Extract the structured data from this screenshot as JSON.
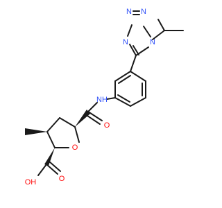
{
  "molecule": {
    "atom_labels": {
      "n_tetrazole_top1": "N",
      "n_tetrazole_top2": "N",
      "n_tetrazole_left": "N",
      "n_tetrazole_right": "N",
      "nh_amide": "NH",
      "o_carbonyl": "O",
      "o_ring": "O",
      "oh_acid": "OH",
      "o_acid": "O"
    },
    "colors": {
      "bond": "#1a1a1a",
      "nitrogen": "#3050F8",
      "oxygen": "#FF0D0D"
    }
  }
}
